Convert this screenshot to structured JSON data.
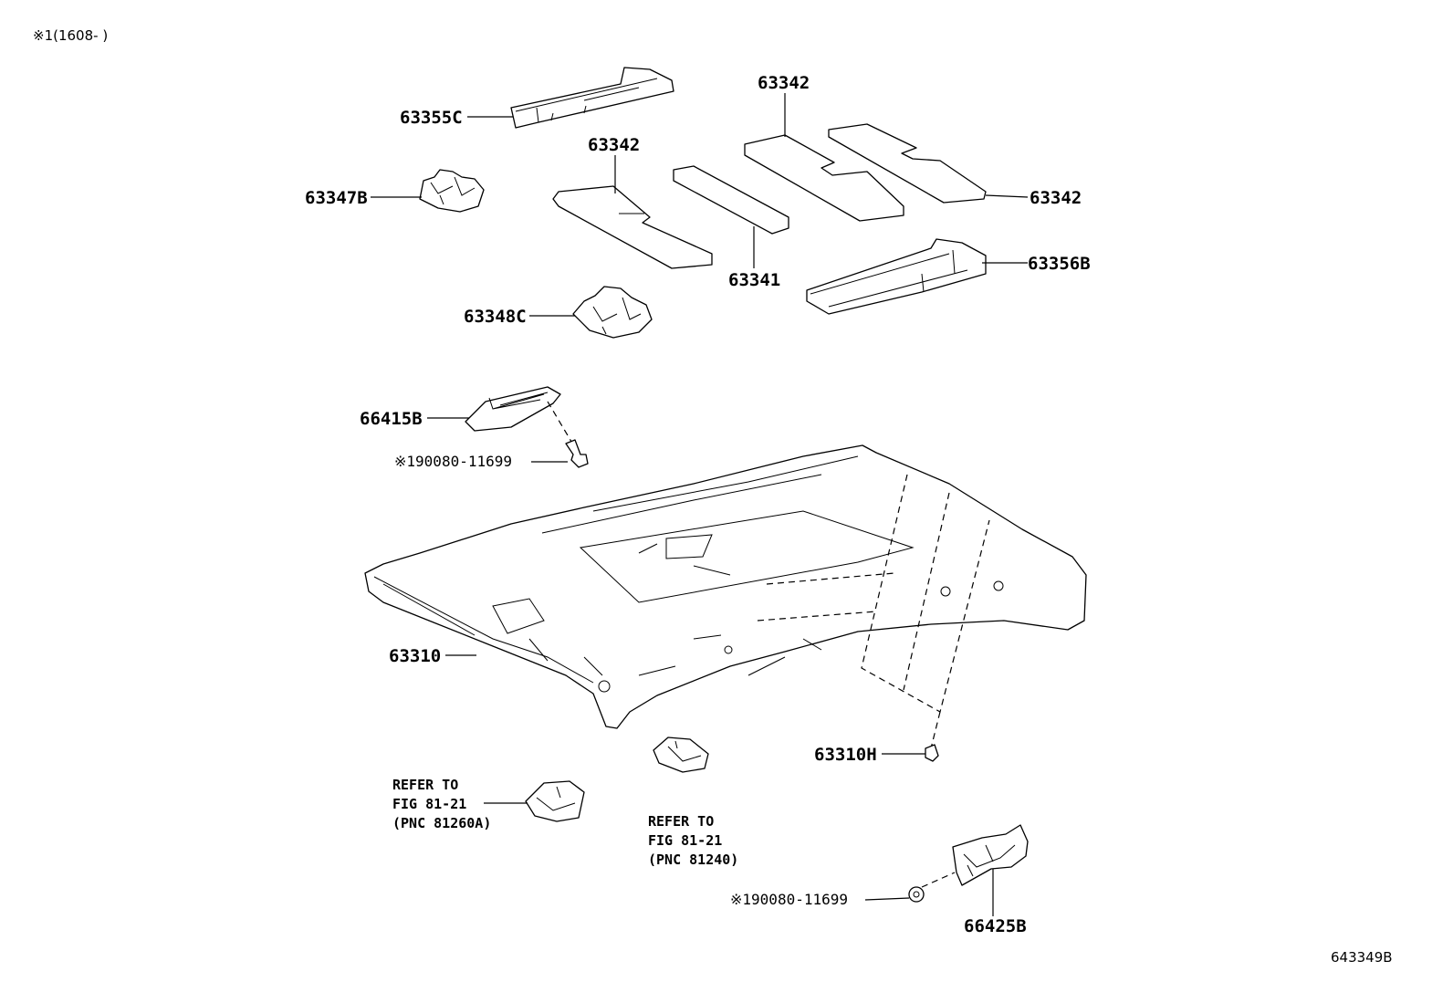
{
  "header": {
    "note": "※1(1608-      )"
  },
  "figure_id": "643349B",
  "parts": {
    "p63355C": "63355C",
    "p63347B": "63347B",
    "p63342_top": "63342",
    "p63342_mid": "63342",
    "p63342_right": "63342",
    "p63341": "63341",
    "p63356B": "63356B",
    "p63348C": "63348C",
    "p66415B": "66415B",
    "bolt_upper": "※190080-11699",
    "p63310": "63310",
    "p63310H": "63310H",
    "bolt_lower": "※190080-11699",
    "p66425B": "66425B"
  },
  "refs": {
    "left": [
      "REFER TO",
      "FIG 81-21",
      "(PNC 81260A)"
    ],
    "center": [
      "REFER TO",
      "FIG 81-21",
      "(PNC 81240)"
    ]
  }
}
